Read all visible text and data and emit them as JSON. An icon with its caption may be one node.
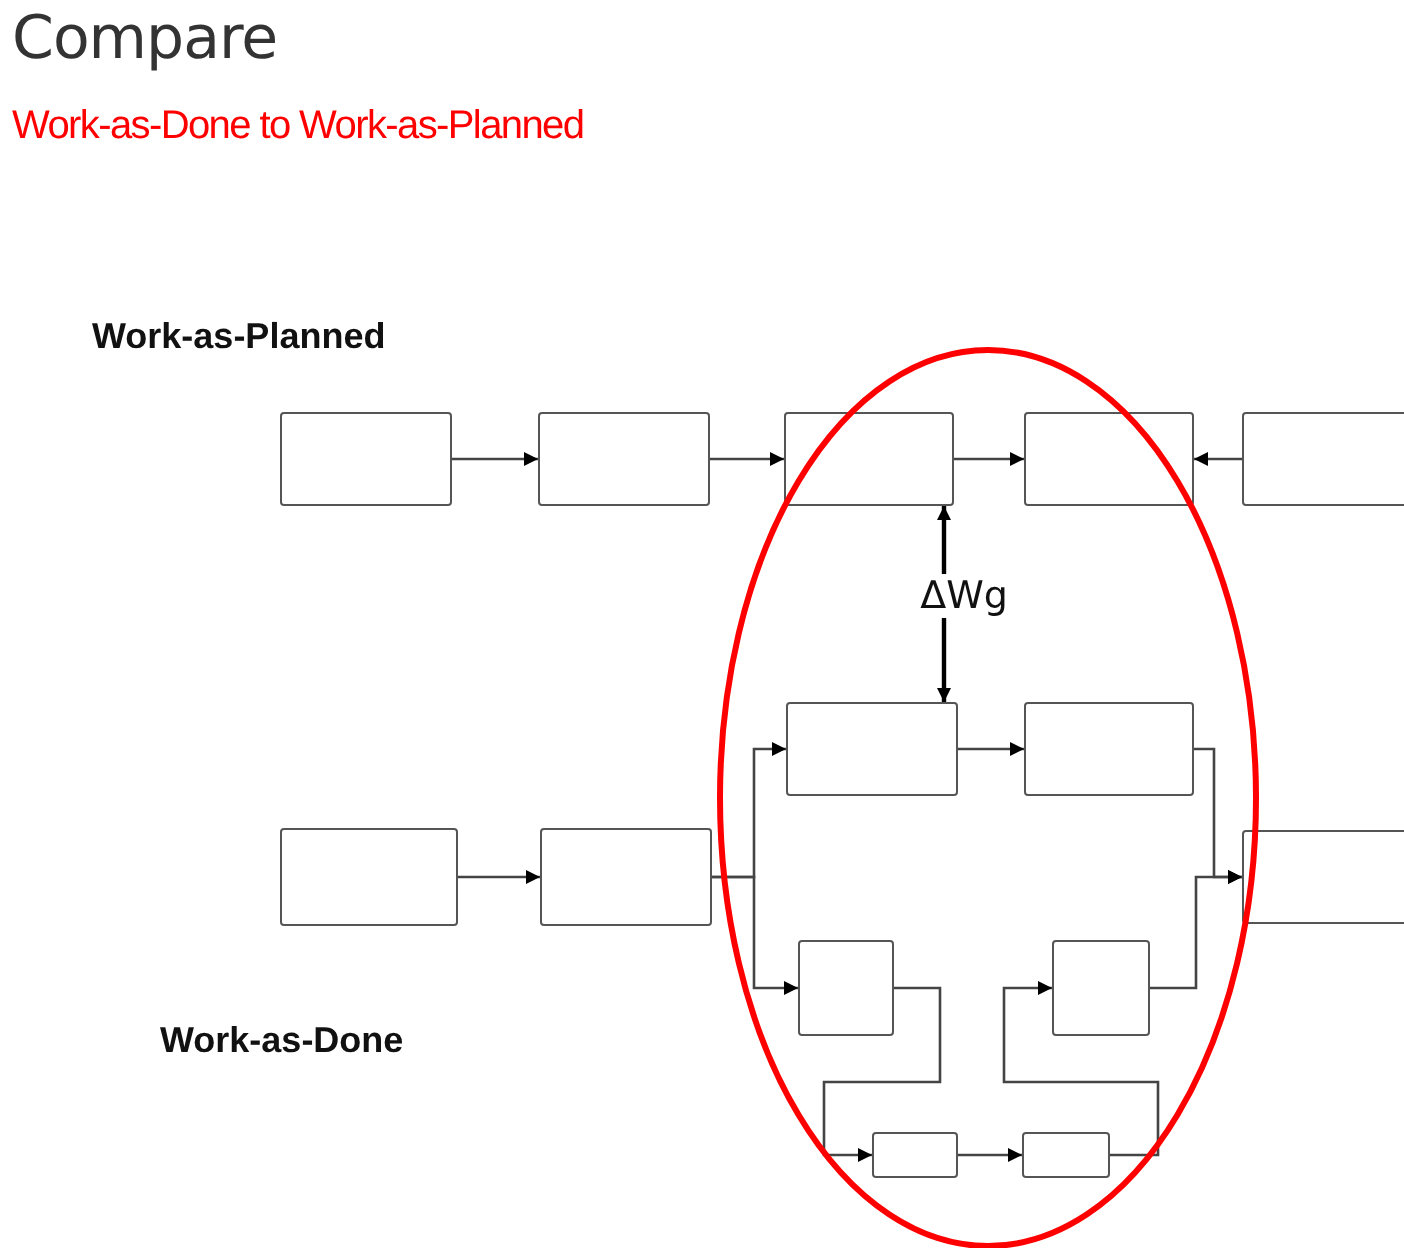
{
  "diagram": {
    "title": "Compare",
    "nodes": [
      {
        "text": [],
        "shape": "box"
      },
      {
        "text": [],
        "shape": "box"
      },
      {
        "text": [],
        "shape": "box"
      },
      {
        "text": [],
        "shape": "box"
      },
      {
        "text": [],
        "shape": "box"
      },
      {
        "text": [],
        "shape": "box"
      },
      {
        "text": [],
        "shape": "box"
      },
      {
        "text": [],
        "shape": "box"
      },
      {
        "text": [],
        "shape": "box"
      },
      {
        "text": [],
        "shape": "box"
      },
      {
        "text": [],
        "shape": "box"
      },
      {
        "text": [],
        "shape": "box"
      },
      {
        "text": [],
        "shape": "box"
      },
      {
        "text": [],
        "shape": "box"
      }
    ],
    "edges": [
      {
        "from": 0,
        "to": 1,
        "arrow": "to"
      },
      {
        "from": 1,
        "to": 2,
        "arrow": "to"
      },
      {
        "from": 2,
        "to": 3,
        "arrow": "to"
      },
      {
        "from": 4,
        "to": 3,
        "arrow": "to"
      },
      {
        "from": 2,
        "to": 5,
        "arrow": "both",
        "label": "ΔWg"
      },
      {
        "from": 7,
        "to": 8,
        "arrow": "to"
      },
      {
        "from": 8,
        "to": 5,
        "arrow": "to"
      },
      {
        "from": 8,
        "to": 10,
        "arrow": "to"
      },
      {
        "from": 5,
        "to": 6,
        "arrow": "to"
      },
      {
        "from": 6,
        "to": 9,
        "arrow": "to"
      },
      {
        "from": 11,
        "to": 9,
        "arrow": "to"
      },
      {
        "from": 10,
        "to": 12,
        "arrow": "to"
      },
      {
        "from": 12,
        "to": 13,
        "arrow": "to"
      },
      {
        "from": 13,
        "to": 11,
        "arrow": "to"
      }
    ],
    "labels": [
      "Work-as-Done to Work-as-Planned",
      "Work-as-Planned",
      "Work-as-Done"
    ]
  }
}
